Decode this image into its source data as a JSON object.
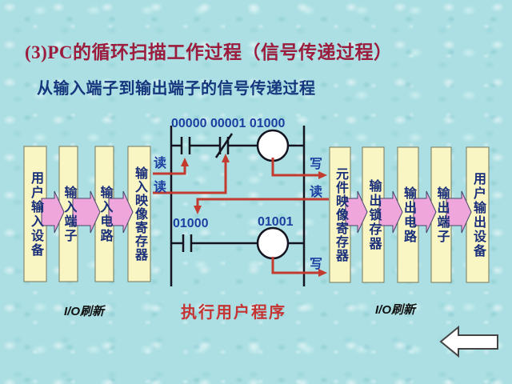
{
  "slide": {
    "title": "(3)PC的循环扫描工作过程（信号传递过程）",
    "subtitle": "从输入端子到输出端子的信号传递过程"
  },
  "colors": {
    "background": "#abdfe3",
    "title_red": "#9b1c3c",
    "subtitle_blue": "#16367d",
    "box_fill": "#f9f6c4",
    "box_text_blue": "#1a2f7a",
    "pink_arrow": "#efa6da",
    "ladder_black": "#141420",
    "signal_red": "#c23b2e",
    "address_blue": "#1c3fa0",
    "caption_red": "#c63333"
  },
  "left_chain": {
    "boxes": [
      {
        "label": "用户输入设备"
      },
      {
        "label": "输入端子"
      },
      {
        "label": "输入电路"
      },
      {
        "label": "输入映像寄存器"
      }
    ],
    "footer": "I/O刷新"
  },
  "right_chain": {
    "boxes": [
      {
        "label": "元件映像寄存器"
      },
      {
        "label": "输出锁存器"
      },
      {
        "label": "输出电路"
      },
      {
        "label": "输出端子"
      },
      {
        "label": "用户输出设备"
      }
    ],
    "footer": "I/O刷新"
  },
  "ladder": {
    "rung1_labels": "00000 00001 01000",
    "rung2_contact_label": "01000",
    "rung2_coil_label": "01001",
    "caption": "执行用户程序",
    "read1": "读",
    "read2": "读",
    "read3": "读",
    "write1": "写",
    "write2": "写"
  },
  "nav": {
    "back_icon": "white-left-arrow"
  }
}
